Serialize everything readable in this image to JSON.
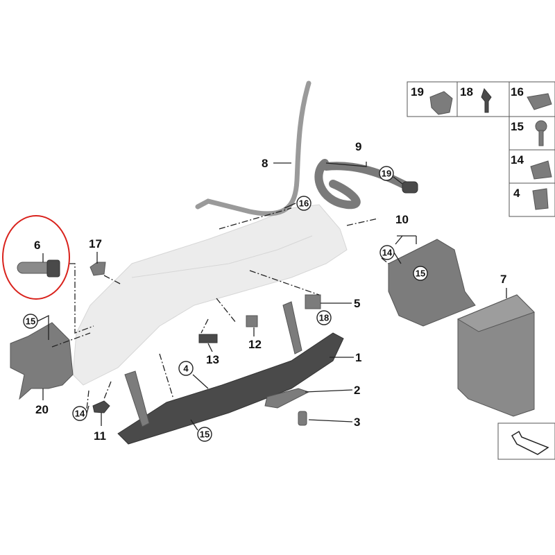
{
  "diagram": {
    "title": "Glove box parts diagram",
    "highlight_color": "#d9221c",
    "callouts": {
      "c1": "1",
      "c2": "2",
      "c3": "3",
      "c5": "5",
      "c6": "6",
      "c7": "7",
      "c8": "8",
      "c9": "9",
      "c10": "10",
      "c11": "11",
      "c12": "12",
      "c13": "13",
      "c17": "17",
      "c20": "20"
    },
    "circled": {
      "r16": "16",
      "r19": "19",
      "r14a": "14",
      "r15a": "15",
      "r15b": "15",
      "r18": "18",
      "r4": "4",
      "r14b": "14",
      "r15c": "15"
    },
    "legend": [
      "19",
      "18",
      "16",
      "15",
      "14",
      "4"
    ]
  }
}
